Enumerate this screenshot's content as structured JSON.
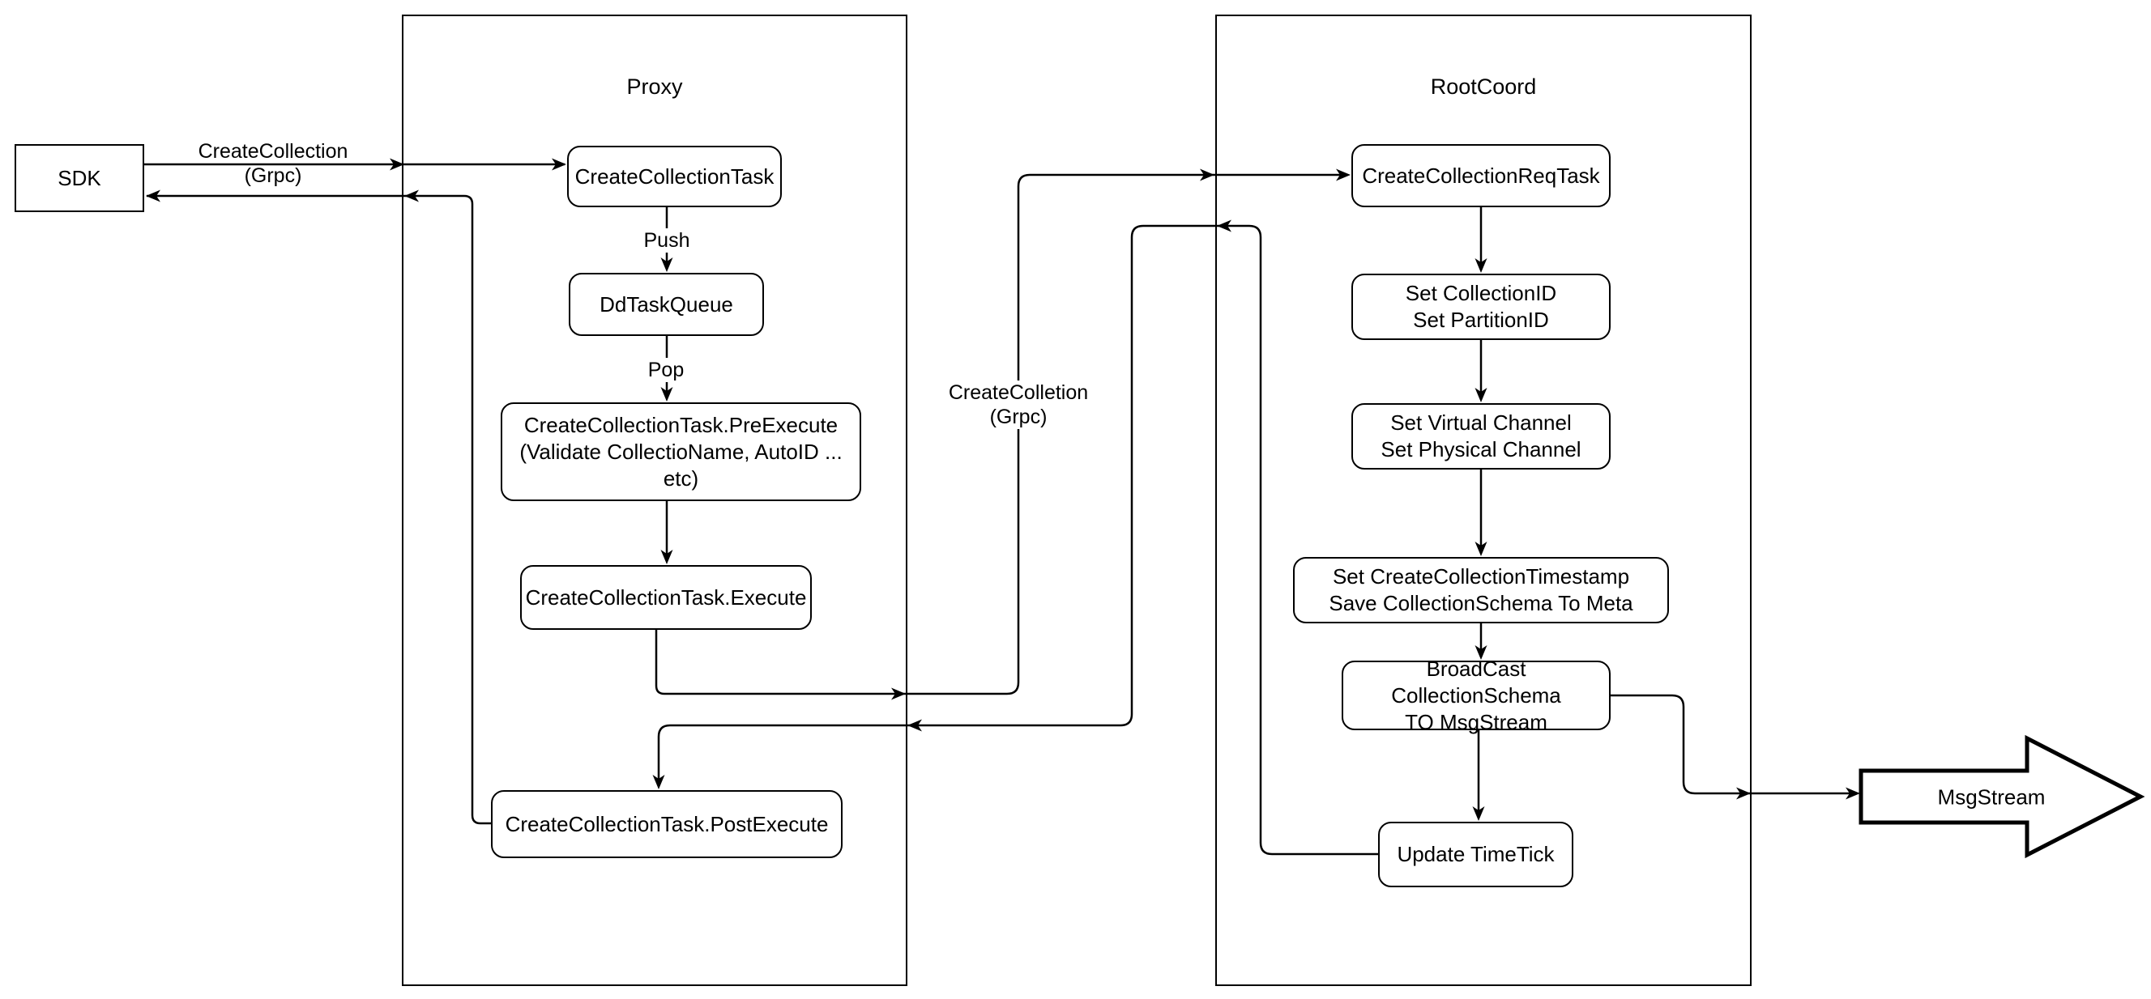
{
  "diagram": {
    "sdk": {
      "label": "SDK"
    },
    "proxy": {
      "title": "Proxy",
      "nodes": {
        "create_collection_task": "CreateCollectionTask",
        "dd_task_queue": "DdTaskQueue",
        "pre_execute": "CreateCollectionTask.PreExecute\n(Validate CollectioName, AutoID ... etc)",
        "execute": "CreateCollectionTask.Execute",
        "post_execute": "CreateCollectionTask.PostExecute"
      }
    },
    "rootcoord": {
      "title": "RootCoord",
      "nodes": {
        "req_task": "CreateCollectionReqTask",
        "set_ids": "Set CollectionID\nSet PartitionID",
        "set_channels": "Set Virtual Channel\nSet Physical Channel",
        "set_timestamp": "Set CreateCollectionTimestamp\nSave CollectionSchema To Meta",
        "broadcast": "BroadCast CollectionSchema\nTO MsgStream",
        "update_timetick": "Update TimeTick"
      }
    },
    "msgstream": {
      "label": "MsgStream"
    },
    "edge_labels": {
      "grpc_request": "CreateCollection\n(Grpc)",
      "push": "Push",
      "pop": "Pop",
      "grpc_internal": "CreateColletion\n(Grpc)"
    },
    "colors": {
      "stroke": "#000000",
      "background": "#ffffff"
    }
  }
}
